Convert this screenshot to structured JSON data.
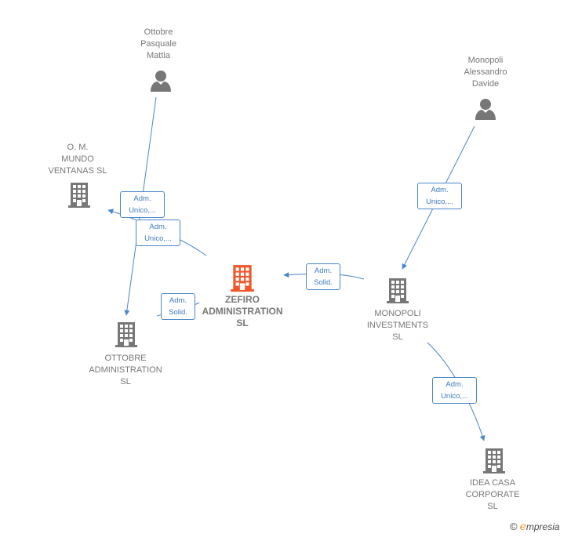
{
  "colors": {
    "edge": "#4a86c8",
    "node_gray": "#777777",
    "node_main": "#f0562a",
    "person": "#777777"
  },
  "nodes": [
    {
      "id": "ottobre_pasquale",
      "kind": "person",
      "label": "Ottobre\nPasquale\nMattia",
      "icon": "person-icon"
    },
    {
      "id": "monopoli_alessandro",
      "kind": "person",
      "label": "Monopoli\nAlessandro\nDavide",
      "icon": "person-icon"
    },
    {
      "id": "om_mundo",
      "kind": "company",
      "label": "O. M.\nMUNDO\nVENTANAS  SL",
      "icon": "building-icon"
    },
    {
      "id": "zefiro",
      "kind": "company-main",
      "label": "ZEFIRO\nADMINISTRATION\nSL",
      "icon": "building-icon"
    },
    {
      "id": "ottobre_admin",
      "kind": "company",
      "label": "OTTOBRE\nADMINISTRATION\nSL",
      "icon": "building-icon"
    },
    {
      "id": "monopoli_inv",
      "kind": "company",
      "label": "MONOPOLI\nINVESTMENTS\nSL",
      "icon": "building-icon"
    },
    {
      "id": "idea_casa",
      "kind": "company",
      "label": "IDEA CASA\nCORPORATE\nSL",
      "icon": "building-icon"
    }
  ],
  "edges": [
    {
      "id": "e1",
      "from": "ottobre_pasquale",
      "to": "ottobre_admin",
      "line1": "Adm.",
      "line2": "Unico,..."
    },
    {
      "id": "e2",
      "from": "zefiro",
      "to": "om_mundo",
      "line1": "Adm.",
      "line2": "Unico,..."
    },
    {
      "id": "e3",
      "from": "ottobre_admin",
      "to": "zefiro",
      "line1": "Adm.",
      "line2": "Solid."
    },
    {
      "id": "e4",
      "from": "monopoli_inv",
      "to": "zefiro",
      "line1": "Adm.",
      "line2": "Solid."
    },
    {
      "id": "e5",
      "from": "monopoli_alessandro",
      "to": "monopoli_inv",
      "line1": "Adm.",
      "line2": "Unico,..."
    },
    {
      "id": "e6",
      "from": "monopoli_inv",
      "to": "idea_casa",
      "line1": "Adm.",
      "line2": "Unico,..."
    }
  ],
  "branding": {
    "copyright": "©",
    "e_letter": "e",
    "rest": "mpresia"
  }
}
